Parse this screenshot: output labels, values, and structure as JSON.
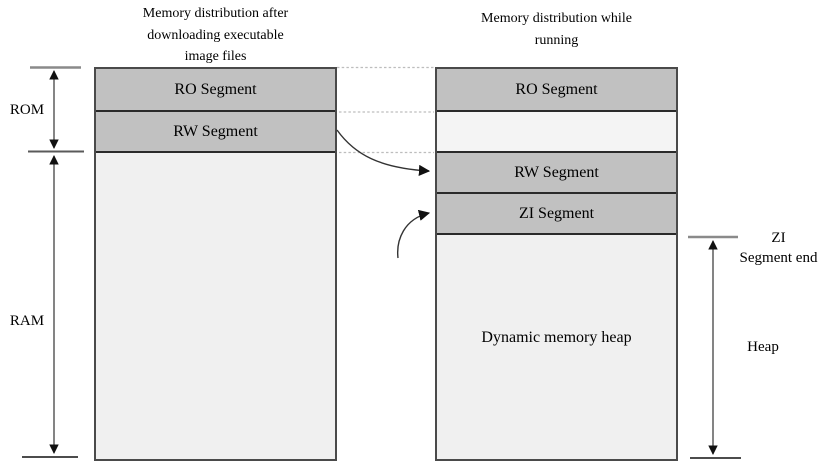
{
  "left_column": {
    "title_lines": [
      "Memory distribution after",
      "downloading executable",
      "image files"
    ],
    "segments": {
      "ro": "RO Segment",
      "rw": "RW Segment"
    }
  },
  "right_column": {
    "title_lines": [
      "Memory distribution while",
      "running"
    ],
    "segments": {
      "ro": "RO Segment",
      "rw": "RW Segment",
      "zi": "ZI Segment",
      "heap": "Dynamic memory heap"
    }
  },
  "side_labels": {
    "rom": "ROM",
    "ram": "RAM",
    "heap": "Heap",
    "zi_end_lines": [
      "ZI",
      "Segment end"
    ]
  },
  "colors": {
    "segment_fill": "#c1c1c1",
    "empty_fill": "#f0f0f0",
    "gap_fill": "#f4f4f4",
    "box_border": "#4a4a4a",
    "divider": "#2a2a2a",
    "tick_gray": "#8a8a8a",
    "tick_black": "#111111",
    "arrow": "#333333",
    "dashed_line": "#bdbdbd"
  }
}
